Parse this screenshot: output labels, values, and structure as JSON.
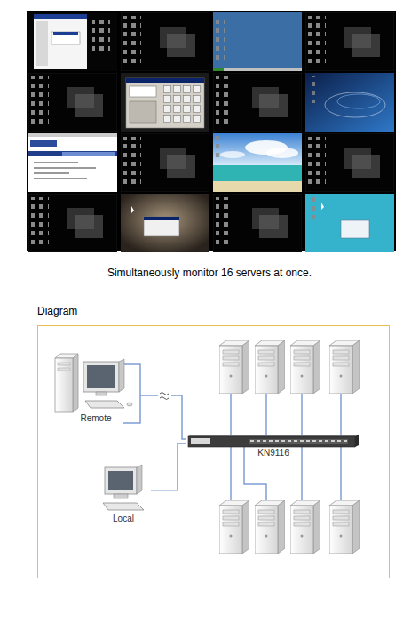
{
  "diagram": {
    "title": "Diagram",
    "caption": "Simultaneously monitor 16 servers at once.",
    "nodes": [
      {
        "text": [
          "Remote"
        ]
      },
      {
        "text": [
          "KN9116"
        ]
      },
      {
        "text": [
          "Local"
        ]
      }
    ],
    "edges": [
      {
        "from": 0,
        "to": 1,
        "arrow": "none"
      },
      {
        "from": 2,
        "to": 1,
        "arrow": "none"
      }
    ]
  }
}
